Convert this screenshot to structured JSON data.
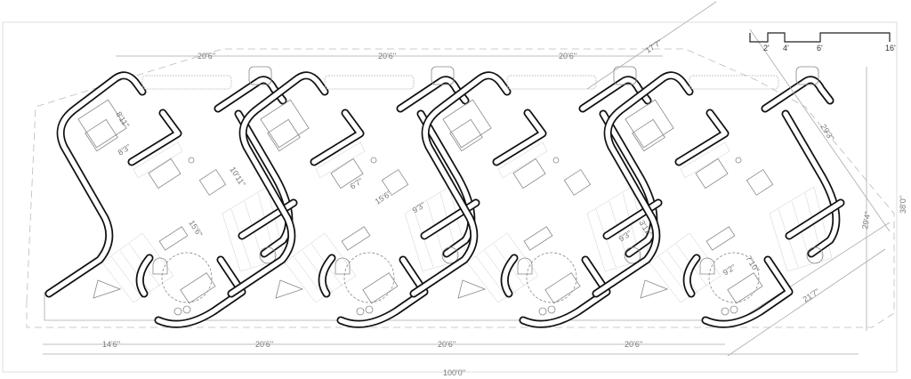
{
  "drawing": {
    "type": "floor plan",
    "scale_bar": {
      "ticks": [
        "2'",
        "4'",
        "6'",
        "16'"
      ]
    },
    "top_dimensions": [
      "20'6''",
      "20'6''",
      "20'6''"
    ],
    "bottom_dimensions": [
      "14'6''",
      "20'6''",
      "20'6''",
      "20'6''"
    ],
    "overall_width": "100'0''",
    "overall_height": "38'0''",
    "diagonal_dimensions": {
      "top_right": "17'7''",
      "right_upper": "29'3''",
      "right_lower": "29'4''",
      "bottom_right": "21'7''"
    },
    "interior_dimensions": {
      "bedroom_1_width": "8'11''",
      "bedroom_1_depth": "8'3''",
      "living_1": "10'11''",
      "unit_1_length": "15'6''",
      "dining_2": "6'7''",
      "unit_2_length": "15'6''",
      "bath_2": "9'3''",
      "bath_3": "9'3''",
      "bath_3_depth": "3'11''",
      "room_4_width": "9'2''",
      "room_4_depth": "7'10''"
    }
  }
}
